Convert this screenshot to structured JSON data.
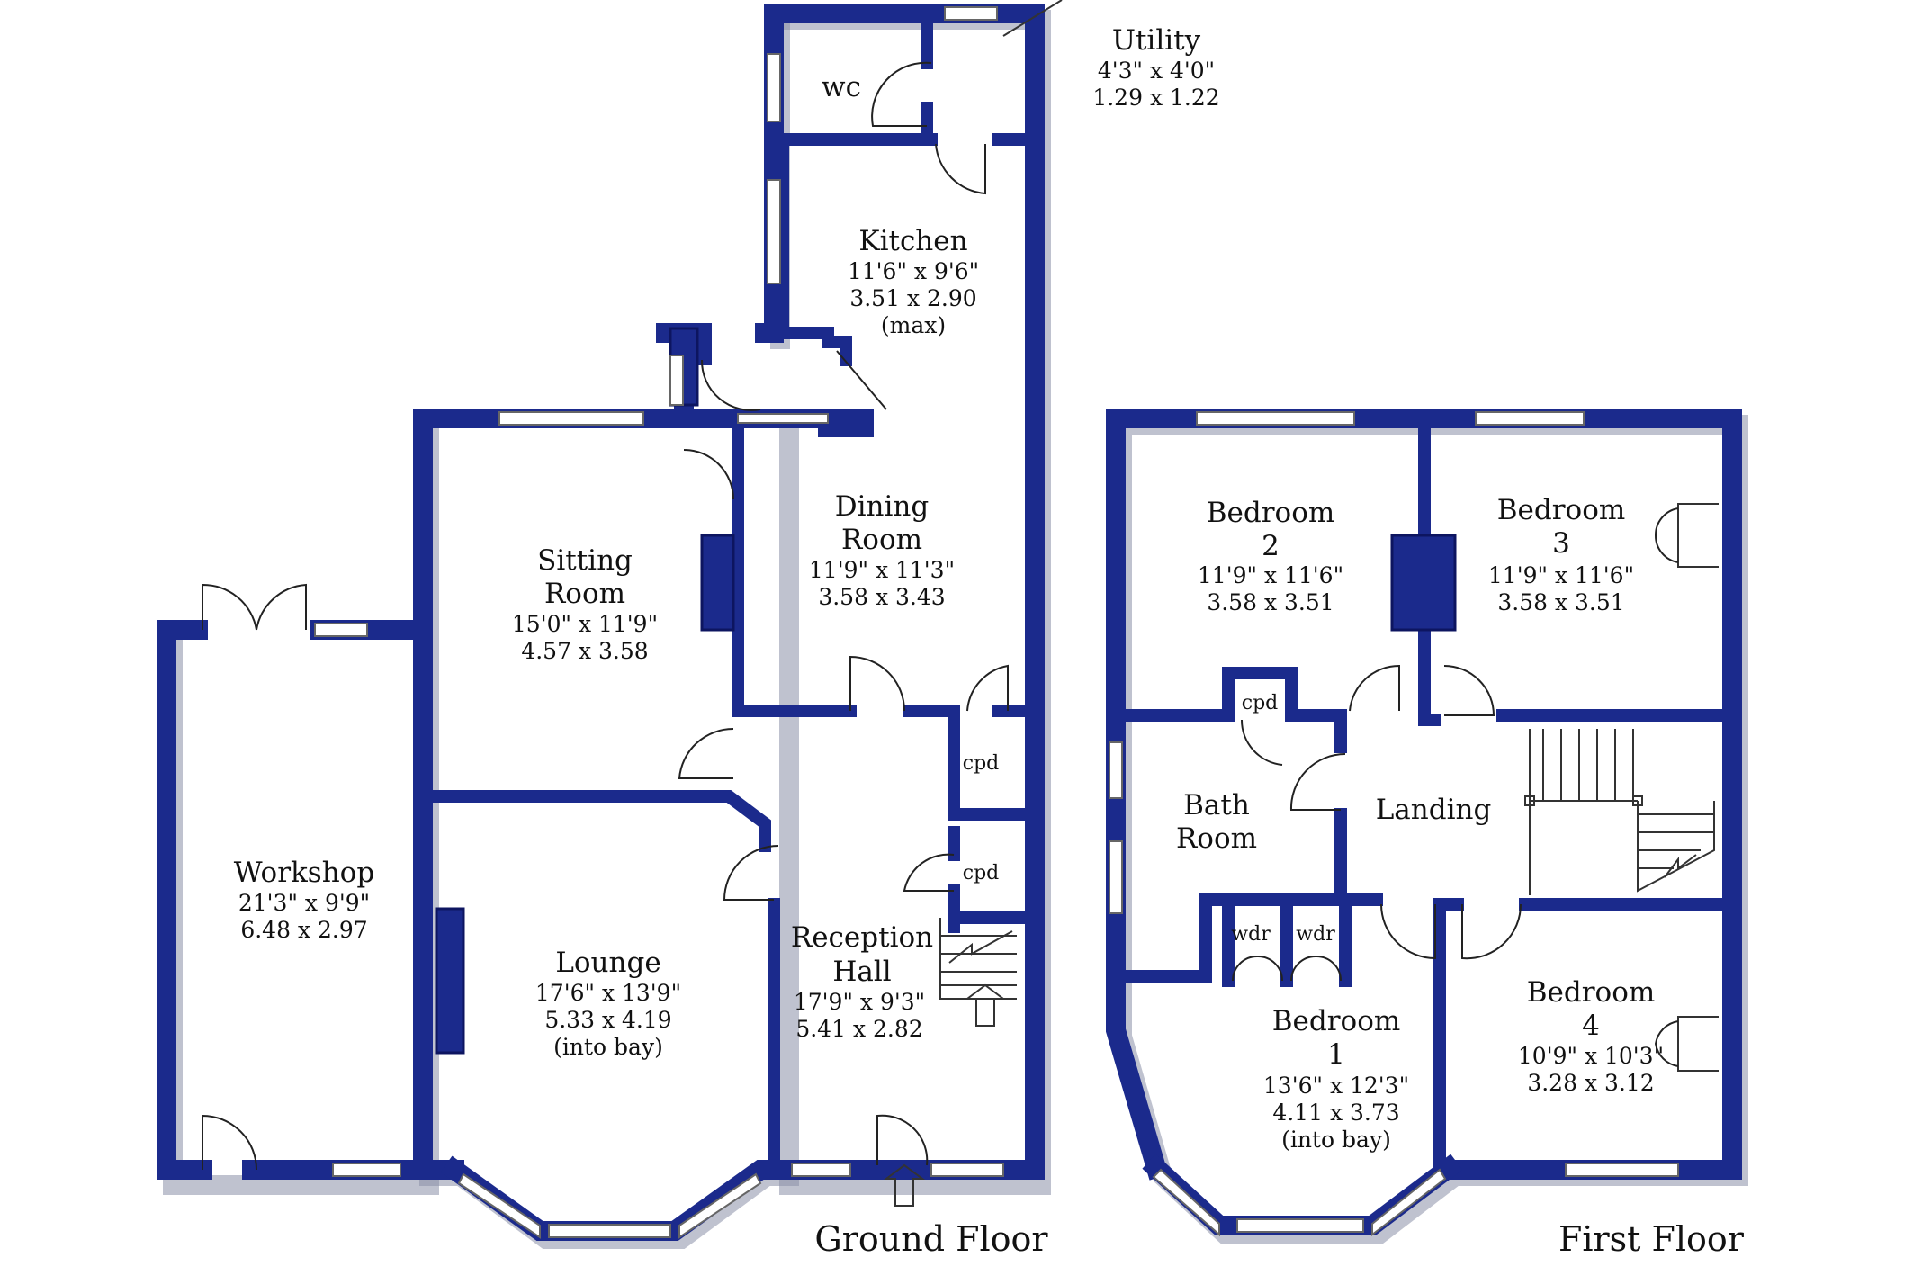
{
  "floors": {
    "ground": {
      "title": "Ground Floor",
      "rooms": {
        "utility": {
          "name": "Utility",
          "imperial": "4'3\"  x  4'0\"",
          "metric": "1.29  x  1.22"
        },
        "wc": {
          "name": "wc"
        },
        "kitchen": {
          "name": "Kitchen",
          "imperial": "11'6\"  x  9'6\"",
          "metric": "3.51  x  2.90",
          "note": "(max)"
        },
        "dining": {
          "name_line1": "Dining",
          "name_line2": "Room",
          "imperial": "11'9\"  x  11'3\"",
          "metric": "3.58  x  3.43"
        },
        "sitting": {
          "name_line1": "Sitting",
          "name_line2": "Room",
          "imperial": "15'0\"  x  11'9\"",
          "metric": "4.57  x  3.58"
        },
        "workshop": {
          "name": "Workshop",
          "imperial": "21'3\"  x  9'9\"",
          "metric": "6.48  x  2.97"
        },
        "lounge": {
          "name": "Lounge",
          "imperial": "17'6\"  x  13'9\"",
          "metric": "5.33  x  4.19",
          "note": "(into bay)"
        },
        "reception": {
          "name_line1": "Reception",
          "name_line2": "Hall",
          "imperial": "17'9\"  x  9'3\"",
          "metric": "5.41  x  2.82"
        },
        "cpd_upper": {
          "name": "cpd"
        },
        "cpd_lower": {
          "name": "cpd"
        }
      }
    },
    "first": {
      "title": "First Floor",
      "rooms": {
        "bed2": {
          "name_line1": "Bedroom",
          "name_line2": "2",
          "imperial": "11'9\"  x  11'6\"",
          "metric": "3.58  x  3.51"
        },
        "bed3": {
          "name_line1": "Bedroom",
          "name_line2": "3",
          "imperial": "11'9\"  x  11'6\"",
          "metric": "3.58  x  3.51"
        },
        "cpd": {
          "name": "cpd"
        },
        "bath": {
          "name_line1": "Bath",
          "name_line2": "Room"
        },
        "landing": {
          "name": "Landing"
        },
        "wdr_left": {
          "name": "wdr"
        },
        "wdr_right": {
          "name": "wdr"
        },
        "bed1": {
          "name_line1": "Bedroom",
          "name_line2": "1",
          "imperial": "13'6\"  x  12'3\"",
          "metric": "4.11  x  3.73",
          "note": "(into bay)"
        },
        "bed4": {
          "name_line1": "Bedroom",
          "name_line2": "4",
          "imperial": "10'9\"  x  10'3\"",
          "metric": "3.28  x  3.12"
        }
      }
    }
  },
  "colors": {
    "wall": "#1b2a8c",
    "shadow": "#8a8fa8",
    "background": "#ffffff"
  }
}
